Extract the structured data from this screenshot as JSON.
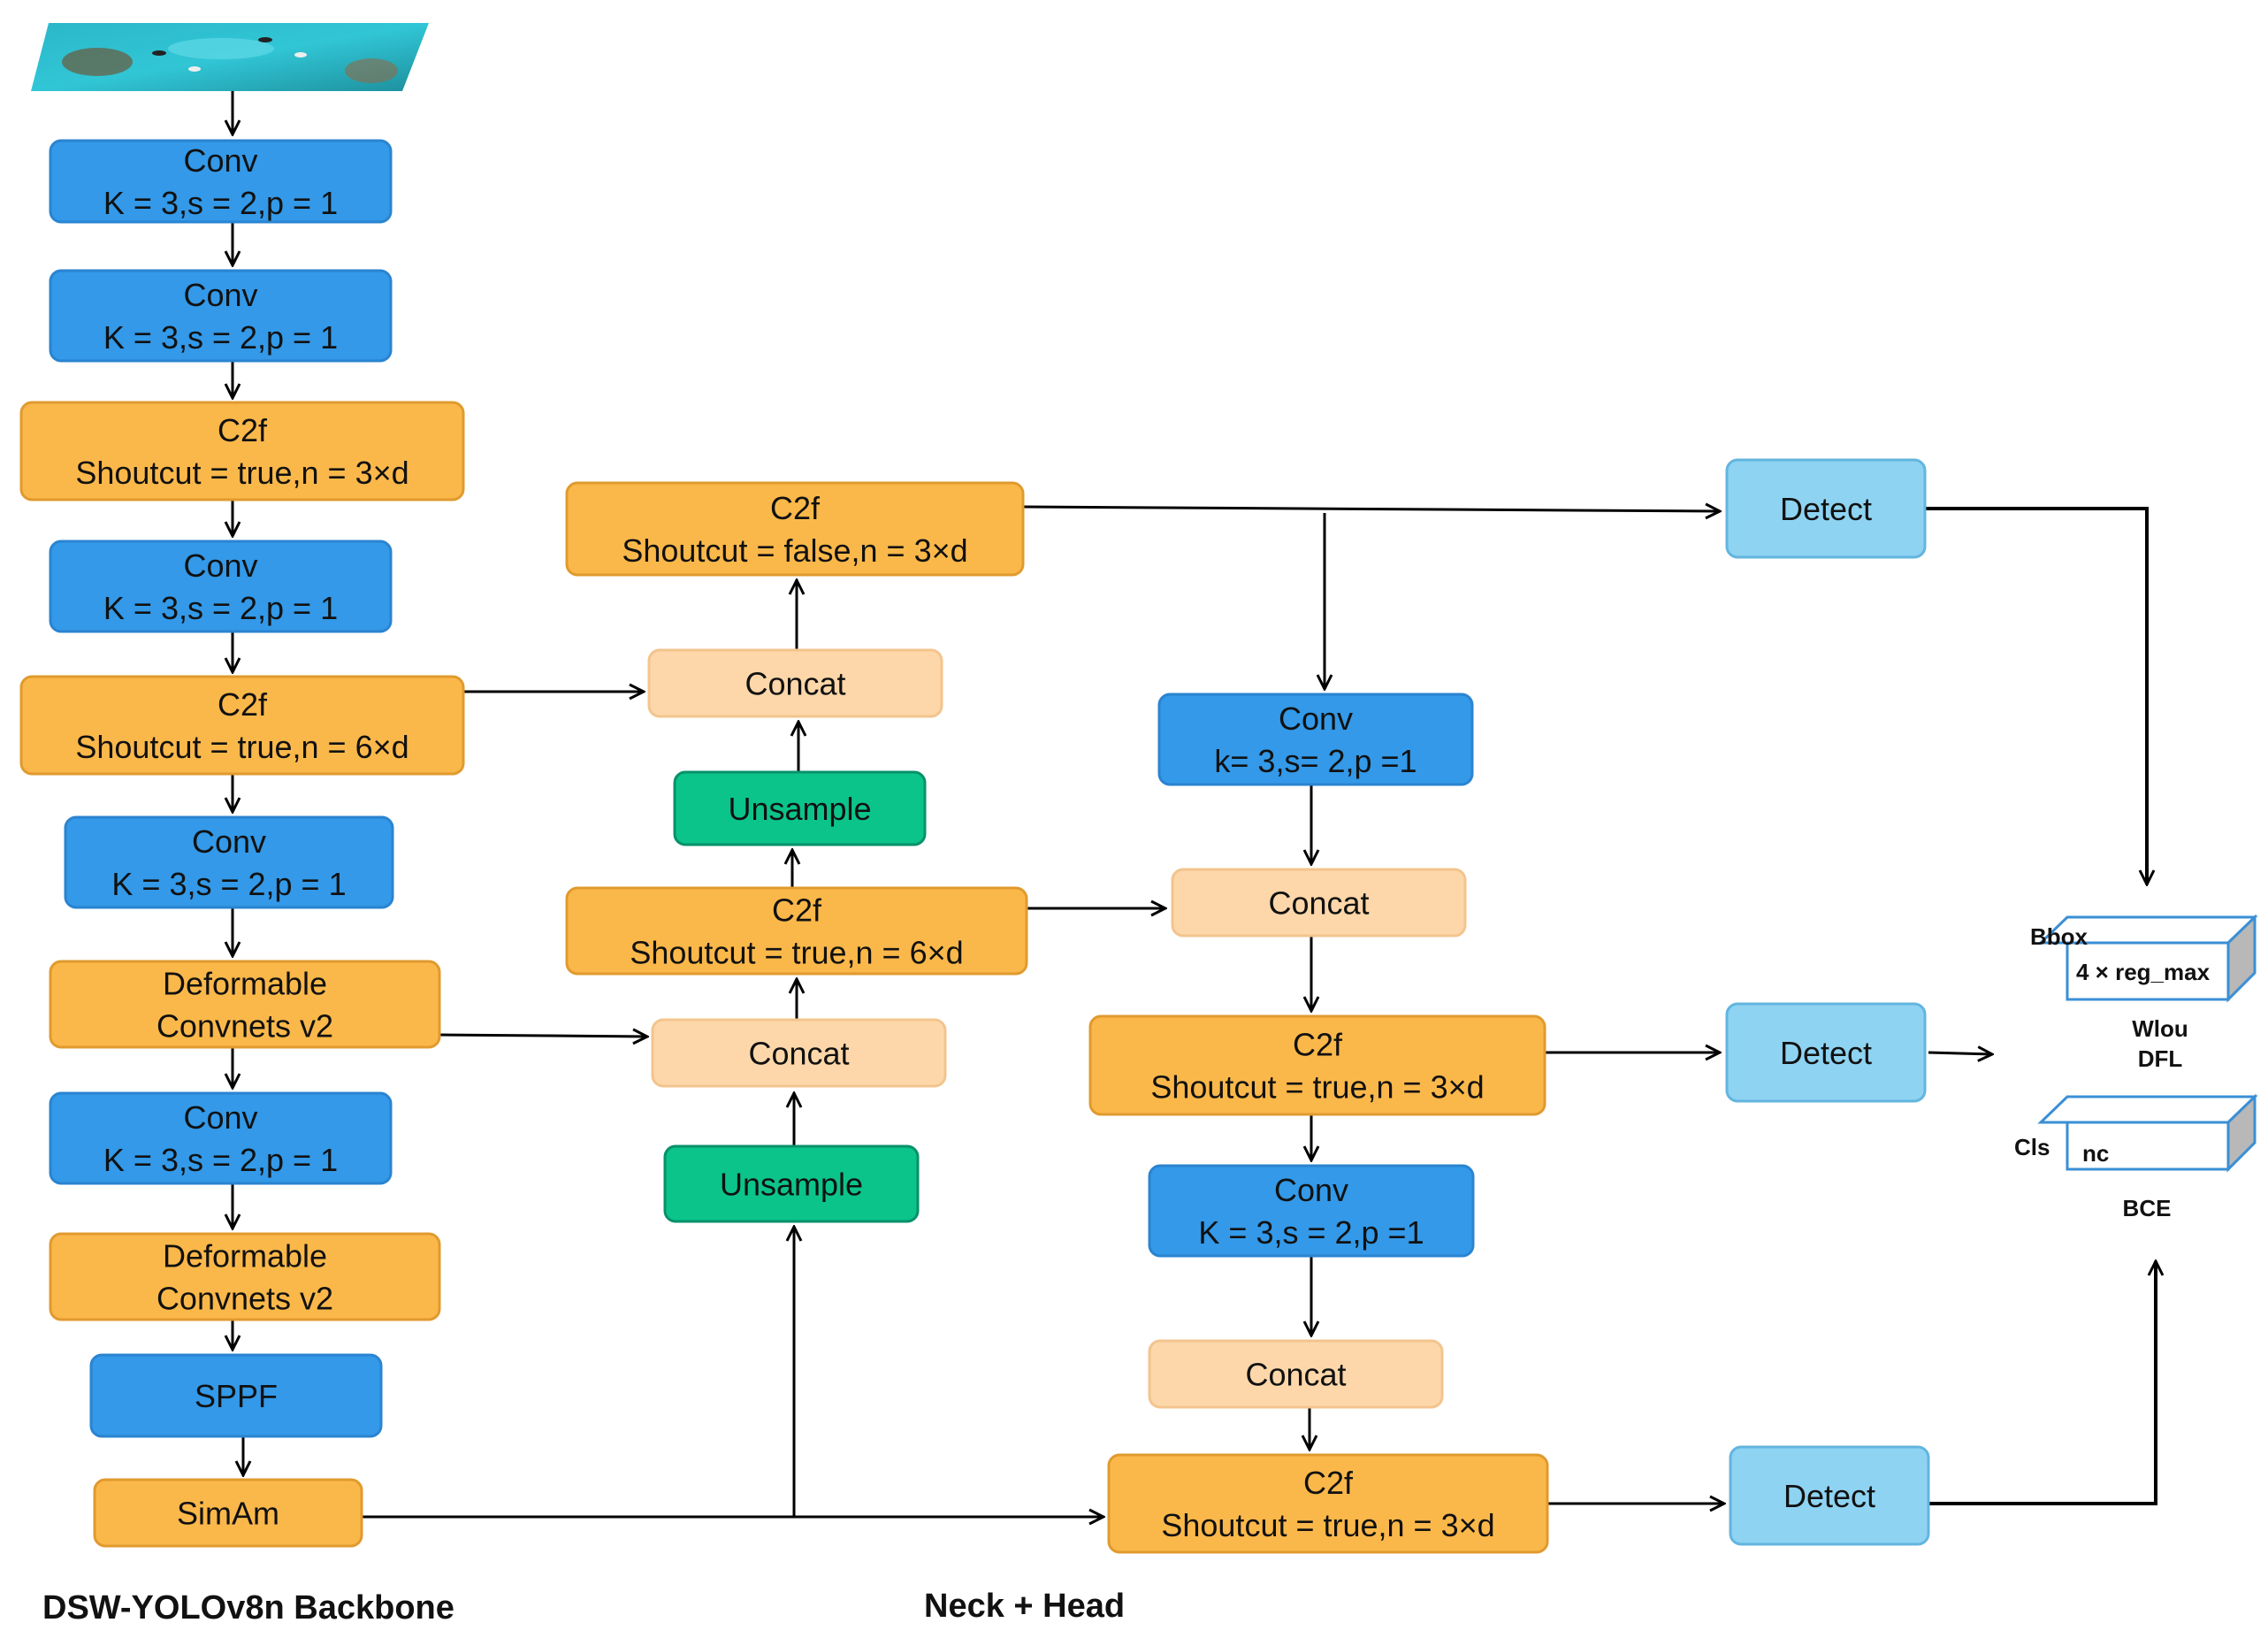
{
  "colors": {
    "conv": "#3399e8",
    "c2f": "#fbb84a",
    "concat": "#fdd7a9",
    "upsample": "#0bc489",
    "detect": "#8ed3f2",
    "stroke_orange": "#e09a2e",
    "stroke_blue": "#2a84d0",
    "stroke_green": "#07916a",
    "stroke_light": "#f3c48e",
    "stroke_detect": "#62b5de",
    "arrow": "#000000"
  },
  "captions": {
    "backbone": "DSW-YOLOv8n Backbone",
    "neck_head": "Neck + Head"
  },
  "backbone": {
    "conv1": [
      "Conv",
      "K = 3,s = 2,p = 1"
    ],
    "conv2": [
      "Conv",
      "K = 3,s = 2,p = 1"
    ],
    "c2f1": [
      "C2f",
      "Shoutcut = true,n = 3×d"
    ],
    "conv3": [
      "Conv",
      "K = 3,s = 2,p = 1"
    ],
    "c2f2": [
      "C2f",
      "Shoutcut = true,n = 6×d"
    ],
    "conv4": [
      "Conv",
      "K = 3,s = 2,p = 1"
    ],
    "dcn1": [
      "Deformable",
      "Convnets v2"
    ],
    "conv5": [
      "Conv",
      "K = 3,s = 2,p = 1"
    ],
    "dcn2": [
      "Deformable",
      "Convnets v2"
    ],
    "sppf": [
      "SPPF"
    ],
    "simam": [
      "SimAm"
    ]
  },
  "neck": {
    "c2f_top": [
      "C2f",
      "Shoutcut = false,n = 3×d"
    ],
    "concat1": [
      "Concat"
    ],
    "upsample1": [
      "Unsample"
    ],
    "c2f_mid": [
      "C2f",
      "Shoutcut = true,n = 6×d"
    ],
    "concat2": [
      "Concat"
    ],
    "upsample2": [
      "Unsample"
    ],
    "conv_r1": [
      "Conv",
      "k= 3,s= 2,p =1"
    ],
    "concat_r1": [
      "Concat"
    ],
    "c2f_r1": [
      "C2f",
      "Shoutcut = true,n = 3×d"
    ],
    "conv_r2": [
      "Conv",
      "K = 3,s = 2,p =1"
    ],
    "concat_r2": [
      "Concat"
    ],
    "c2f_r2": [
      "C2f",
      "Shoutcut = true,n = 3×d"
    ]
  },
  "head": {
    "detect1": [
      "Detect"
    ],
    "detect2": [
      "Detect"
    ],
    "detect3": [
      "Detect"
    ],
    "bbox_label": "Bbox",
    "bbox_inner": "4 × reg_max",
    "bbox_loss1": "Wlou",
    "bbox_loss2": "DFL",
    "cls_label": "Cls",
    "cls_inner": "nc",
    "cls_loss": "BCE"
  }
}
